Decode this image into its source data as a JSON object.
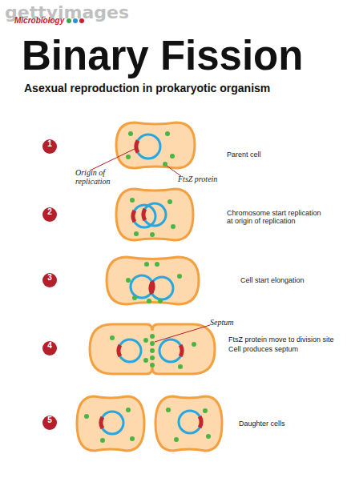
{
  "diagram": {
    "title": "Binary Fission",
    "nodes": [
      {
        "text": [
          "1"
        ]
      },
      {
        "text": [
          "2"
        ]
      },
      {
        "text": [
          "3"
        ]
      },
      {
        "text": [
          "4"
        ]
      },
      {
        "text": [
          "5"
        ]
      }
    ],
    "labels": [
      "gettyimages",
      "Microbiology",
      "Asexual reproduction in prokaryotic organism",
      "Parent cell",
      "Origin of replication",
      "FtsZ protein",
      "Chromosome start replication at origin of replication",
      "Cell start elongation",
      "Septum",
      "FtsZ protein move to division site",
      "Cell produces septum",
      "Daughter cells"
    ]
  }
}
